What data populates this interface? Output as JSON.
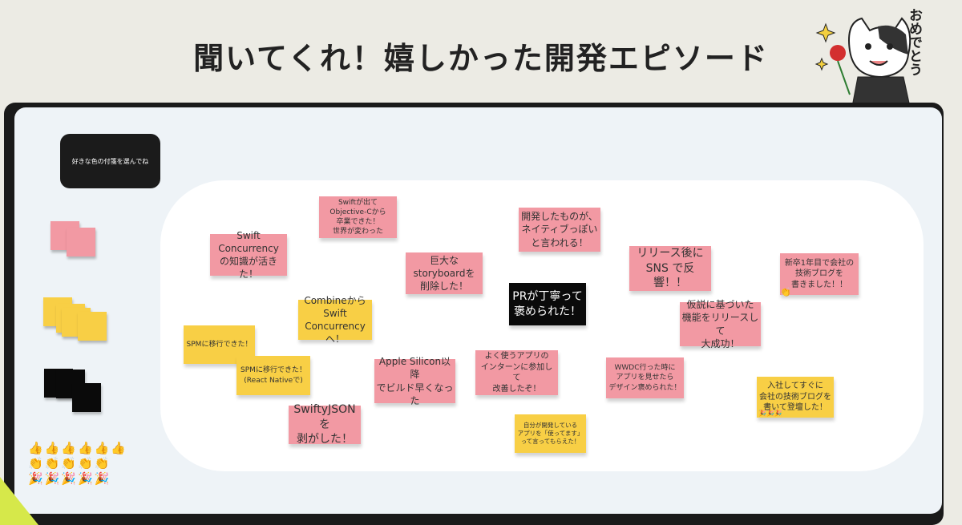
{
  "title": "聞いてくれ！嬉しかった開発エピソード",
  "illustration_caption": "おめでとう",
  "hint": "好きな色の付箋を選んでね",
  "emoji": {
    "thumbs": "👍👍👍👍👍👍",
    "clap": "👏👏👏👏👏",
    "party": "🎉🎉🎉🎉🎉"
  },
  "notes": [
    {
      "text": "Swift\nConcurrency\nの知識が活きた！",
      "color": "pink"
    },
    {
      "text": "Swiftが出て\nObjective-Cから\n卒業できた！\n世界が変わった",
      "color": "pink"
    },
    {
      "text": "巨大な\nstoryboardを\n削除した！",
      "color": "pink"
    },
    {
      "text": "開発したものが、\nネイティブっぽい\nと言われる！",
      "color": "pink"
    },
    {
      "text": "PRが丁寧って\n褒められた！",
      "color": "black"
    },
    {
      "text": "リリース後に\nSNS で反響！！",
      "color": "pink"
    },
    {
      "text": "新卒1年目で会社の\n技術ブログを\n書きました！！",
      "color": "pink"
    },
    {
      "text": "仮説に基づいた\n機能をリリースして\n大成功！",
      "color": "pink"
    },
    {
      "text": "Combineから\nSwift\nConcurrencyへ！",
      "color": "yellow"
    },
    {
      "text": "SPMに移行できた！",
      "color": "yellow"
    },
    {
      "text": "SPMに移行できた！\n(React Nativeで)",
      "color": "yellow"
    },
    {
      "text": "Apple Silicon以降\nでビルド早くなった",
      "color": "pink"
    },
    {
      "text": "よく使うアプリの\nインターンに参加して\n改善したぞ！",
      "color": "pink"
    },
    {
      "text": "WWDC行った時に\nアプリを見せたら\nデザイン褒められた！",
      "color": "pink"
    },
    {
      "text": "SwiftyJSONを\n剥がした！",
      "color": "pink"
    },
    {
      "text": "自分が開発している\nアプリを「使ってます」\nって言ってもらえた！",
      "color": "yellow"
    },
    {
      "text": "入社してすぐに\n会社の技術ブログを\n書いて登壇した！",
      "color": "yellow"
    }
  ]
}
